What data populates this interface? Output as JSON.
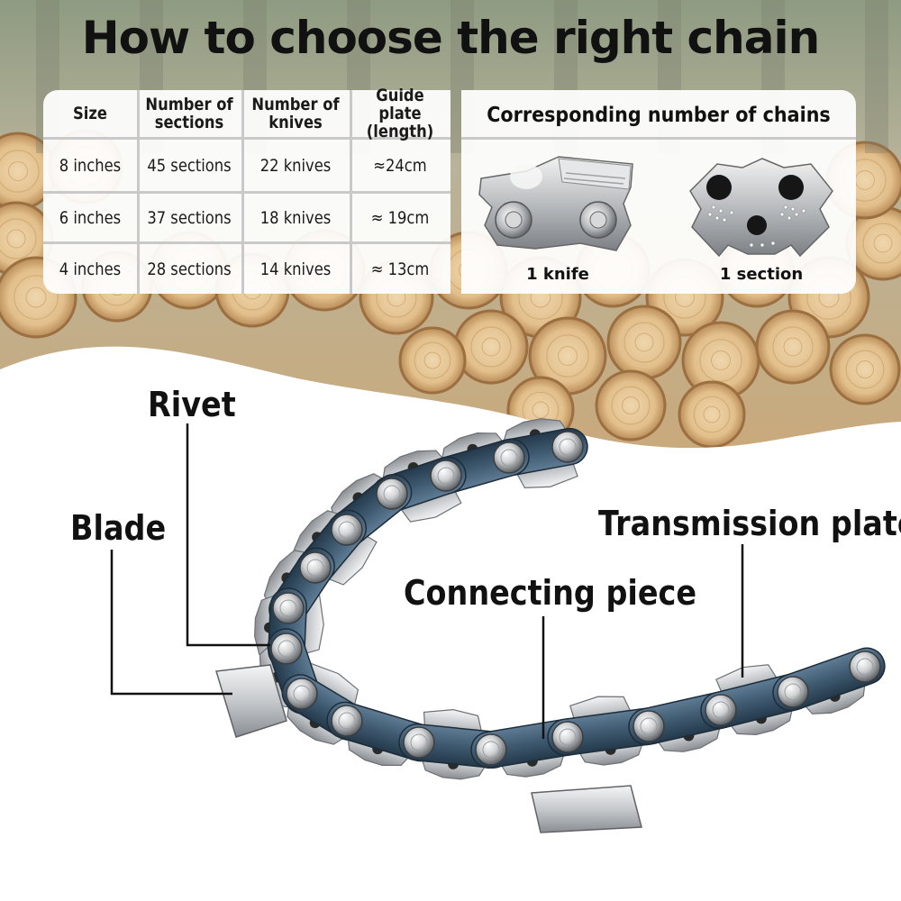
{
  "title": "How to choose the right chain",
  "table": {
    "headers": [
      "Size",
      "Number of sections",
      "Number of knives",
      "Guide plate (length)"
    ],
    "rows": [
      [
        "8 inches",
        "45 sections",
        "22 knives",
        "≈24cm"
      ],
      [
        "6 inches",
        "37 sections",
        "18 knives",
        "≈ 19cm"
      ],
      [
        "4 inches",
        "28 sections",
        "14 knives",
        "≈ 13cm"
      ]
    ]
  },
  "chains_panel": {
    "title": "Corresponding number of chains",
    "knife_label": "1 knife",
    "section_label": "1 section"
  },
  "callouts": {
    "rivet": "Rivet",
    "blade": "Blade",
    "transmission_plate": "Transmission plate",
    "connecting_piece": "Connecting piece"
  },
  "colors": {
    "chain_link_blue": "#3f5a72",
    "chrome": "#c9ccce",
    "wood": "#d8b98d"
  }
}
